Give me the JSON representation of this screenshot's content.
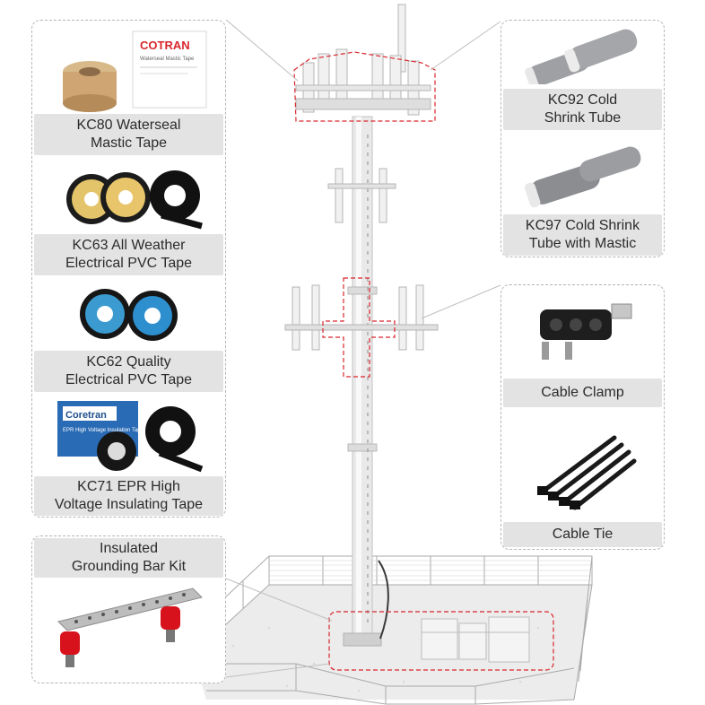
{
  "products": {
    "kc80": {
      "line1": "KC80 Waterseal",
      "line2": "Mastic Tape",
      "box_brand": "COTRAN",
      "box_subtitle": "Waterseal Mastic Tape"
    },
    "kc63": {
      "line1": "KC63 All Weather",
      "line2": "Electrical PVC Tape"
    },
    "kc62": {
      "line1": "KC62 Quality",
      "line2": "Electrical PVC Tape"
    },
    "kc71": {
      "line1": "KC71 EPR High",
      "line2": "Voltage Insulating Tape",
      "box_brand": "Coretran",
      "box_subtitle": "EPR High Voltage Insulation Tape"
    },
    "grounding": {
      "line1": "Insulated",
      "line2": "Grounding Bar Kit"
    },
    "kc92": {
      "line1": "KC92 Cold",
      "line2": "Shrink Tube"
    },
    "kc97": {
      "line1": "KC97 Cold Shrink",
      "line2": "Tube with Mastic"
    },
    "clamp": {
      "line1": "Cable Clamp"
    },
    "tie": {
      "line1": "Cable Tie"
    }
  },
  "colors": {
    "label_bg": "#e3e3e3",
    "panel_border": "#b5b5b5",
    "highlight": "#d9262c",
    "insulator_red": "#d7121c"
  }
}
